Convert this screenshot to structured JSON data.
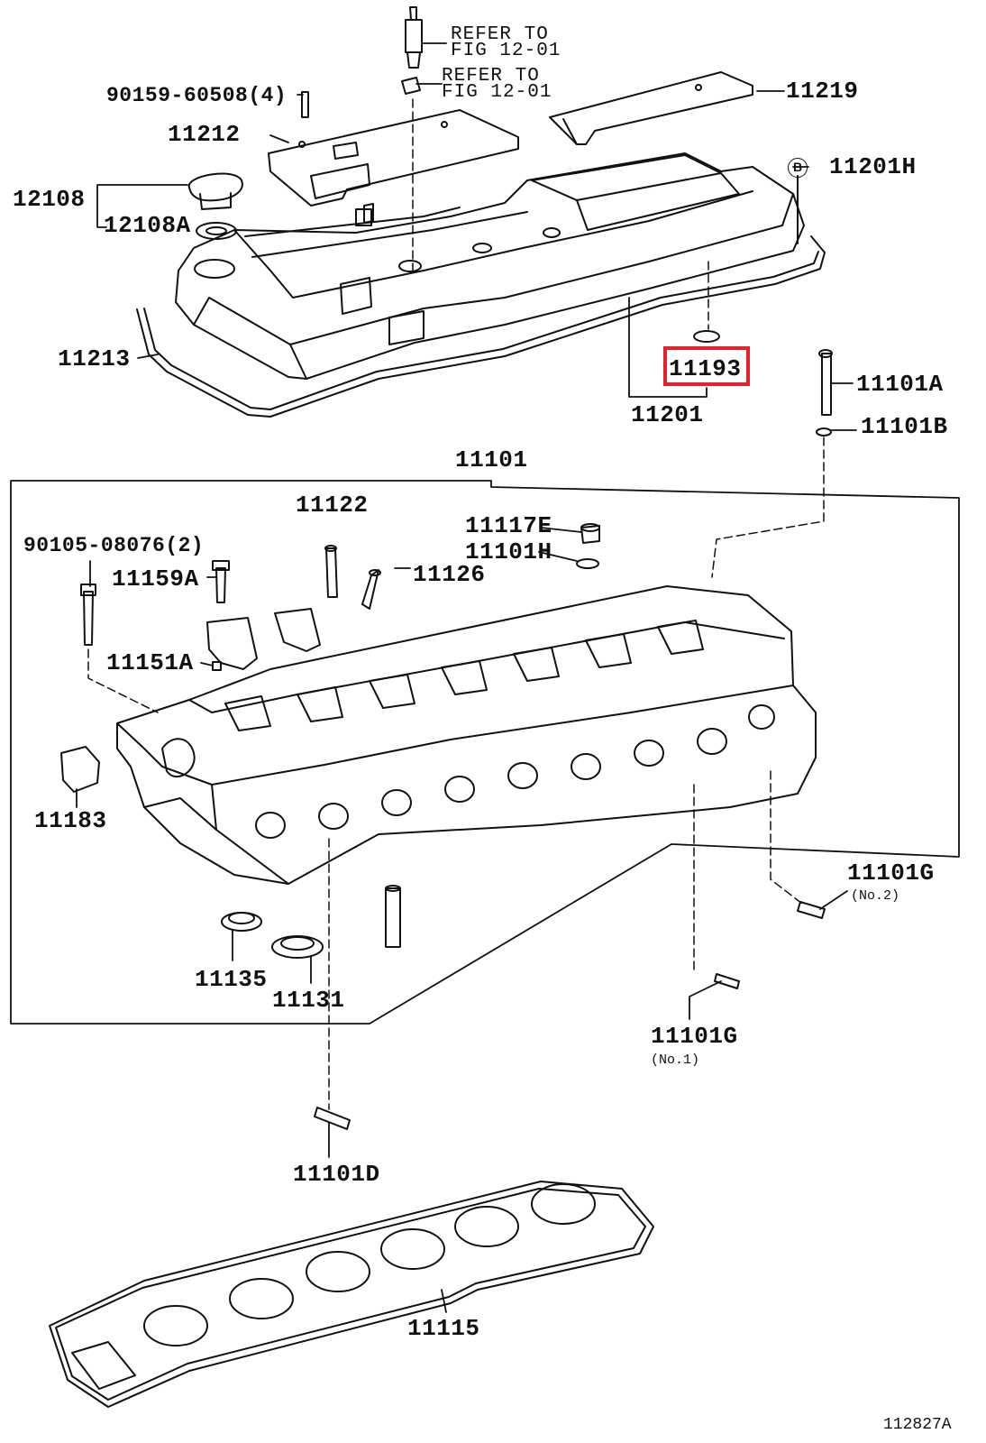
{
  "figure_number": "112827A",
  "refer": {
    "upper": [
      "REFER TO",
      "FIG 12-01"
    ],
    "lower": [
      "REFER TO",
      "FIG 12-01"
    ]
  },
  "highlight": {
    "part": "11193",
    "color": "#e8202a"
  },
  "marker_b": "B",
  "parts": {
    "p90159": "90159-60508(4)",
    "p11212": "11212",
    "p11219": "11219",
    "p11201H": "11201H",
    "p12108": "12108",
    "p12108A": "12108A",
    "p11213": "11213",
    "p11193": "11193",
    "p11201": "11201",
    "p11101A": "11101A",
    "p11101B": "11101B",
    "p11101": "11101",
    "p11122": "11122",
    "p90105": "90105-08076(2)",
    "p11117E": "11117E",
    "p11101H": "11101H",
    "p11159A": "11159A",
    "p11126": "11126",
    "p11151A": "11151A",
    "p11183": "11183",
    "p11101G2": "11101G",
    "p11135": "11135",
    "p11131": "11131",
    "p11101G1": "11101G",
    "p11101D": "11101D",
    "p11115": "11115"
  },
  "notes": {
    "no2": "(No.2)",
    "no1": "(No.1)"
  }
}
